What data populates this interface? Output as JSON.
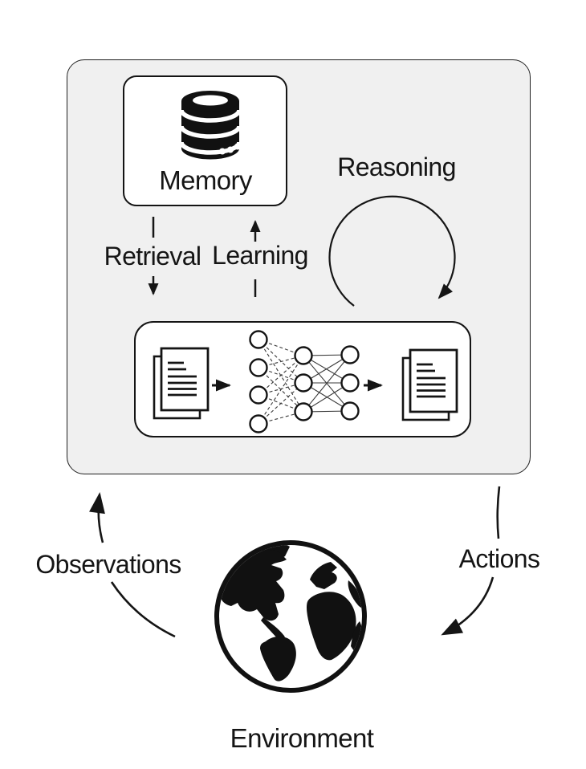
{
  "diagram": {
    "agent_box": {
      "memory_label": "Memory",
      "reasoning_label": "Reasoning",
      "retrieval_label": "Retrieval",
      "learning_label": "Learning"
    },
    "environment": {
      "label": "Environment",
      "observations_label": "Observations",
      "actions_label": "Actions"
    },
    "icons": {
      "memory": "database-icon",
      "model_input": "document-stack-icon",
      "model_core": "neural-network-icon",
      "model_output": "document-stack-icon",
      "environment": "globe-earth-icon"
    },
    "arrows": {
      "reasoning": "self-loop clockwise over model box",
      "retrieval": "dashed arrow from Memory down to model box",
      "learning": "dashed arrow from model box up to Memory",
      "observations": "curved arrow from Environment up to agent box",
      "actions": "curved arrow from agent box down to Environment"
    },
    "colors": {
      "background": "#ffffff",
      "agent_box_fill": "#f0f0f0",
      "inner_box_fill": "#ffffff",
      "stroke": "#1a1a1a"
    }
  }
}
